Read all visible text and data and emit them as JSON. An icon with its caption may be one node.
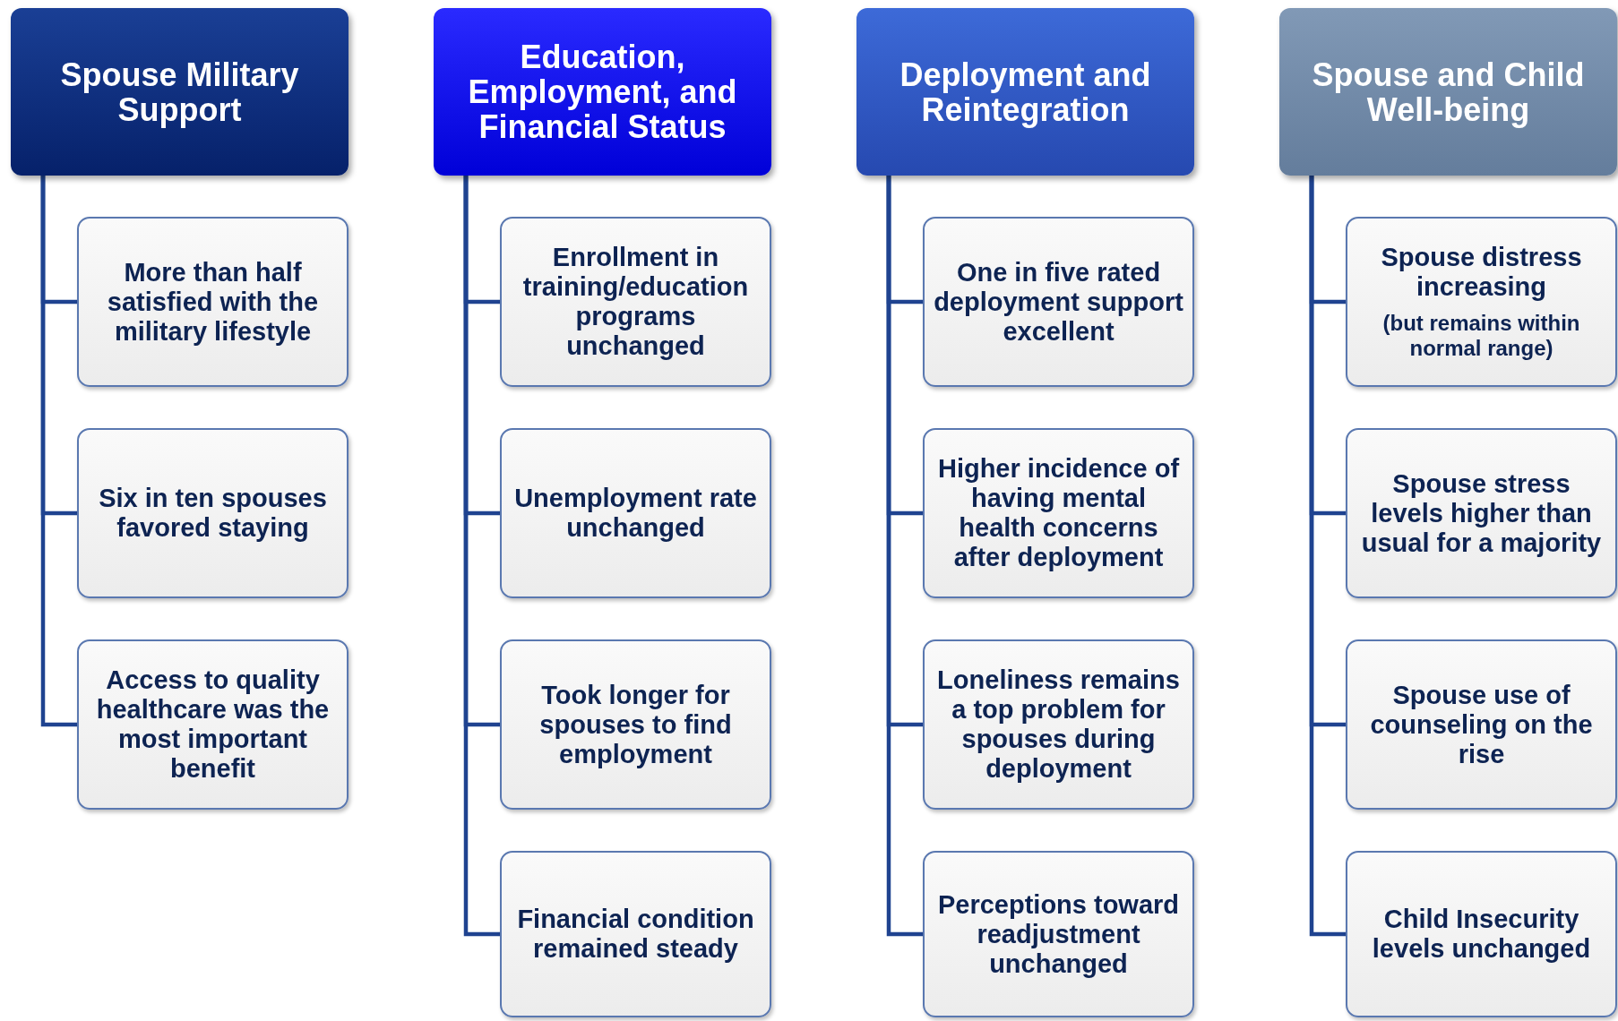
{
  "diagram": {
    "nodes": [
      {
        "text": [
          "Spouse Military Support"
        ]
      },
      {
        "text": [
          "More than half satisfied with the military lifestyle"
        ]
      },
      {
        "text": [
          "Six in ten spouses favored staying"
        ]
      },
      {
        "text": [
          "Access to quality healthcare was the most important benefit"
        ]
      },
      {
        "text": [
          "Education, Employment, and Financial Status"
        ]
      },
      {
        "text": [
          "Enrollment in training/education programs unchanged"
        ]
      },
      {
        "text": [
          "Unemployment rate unchanged"
        ]
      },
      {
        "text": [
          "Took longer for spouses to find employment"
        ]
      },
      {
        "text": [
          "Financial condition remained steady"
        ]
      },
      {
        "text": [
          "Deployment and Reintegration"
        ]
      },
      {
        "text": [
          "One in five rated deployment support excellent"
        ]
      },
      {
        "text": [
          "Higher incidence of having mental health concerns after deployment"
        ]
      },
      {
        "text": [
          "Loneliness remains a top problem for spouses during deployment"
        ]
      },
      {
        "text": [
          "Perceptions toward readjustment unchanged"
        ]
      },
      {
        "text": [
          "Spouse and Child Well-being"
        ]
      },
      {
        "text": [
          "Spouse distress increasing",
          "(but remains within normal range)"
        ]
      },
      {
        "text": [
          "Spouse stress levels higher than usual for a majority"
        ]
      },
      {
        "text": [
          "Spouse use of counseling on the rise"
        ]
      },
      {
        "text": [
          "Child Insecurity levels unchanged"
        ]
      }
    ],
    "edges": [
      {
        "from": 0,
        "to": 1,
        "arrow": "none"
      },
      {
        "from": 0,
        "to": 2,
        "arrow": "none"
      },
      {
        "from": 0,
        "to": 3,
        "arrow": "none"
      },
      {
        "from": 4,
        "to": 5,
        "arrow": "none"
      },
      {
        "from": 4,
        "to": 6,
        "arrow": "none"
      },
      {
        "from": 4,
        "to": 7,
        "arrow": "none"
      },
      {
        "from": 4,
        "to": 8,
        "arrow": "none"
      },
      {
        "from": 9,
        "to": 10,
        "arrow": "none"
      },
      {
        "from": 9,
        "to": 11,
        "arrow": "none"
      },
      {
        "from": 9,
        "to": 12,
        "arrow": "none"
      },
      {
        "from": 9,
        "to": 13,
        "arrow": "none"
      },
      {
        "from": 14,
        "to": 15,
        "arrow": "none"
      },
      {
        "from": 14,
        "to": 16,
        "arrow": "none"
      },
      {
        "from": 14,
        "to": 17,
        "arrow": "none"
      },
      {
        "from": 14,
        "to": 18,
        "arrow": "none"
      }
    ]
  }
}
